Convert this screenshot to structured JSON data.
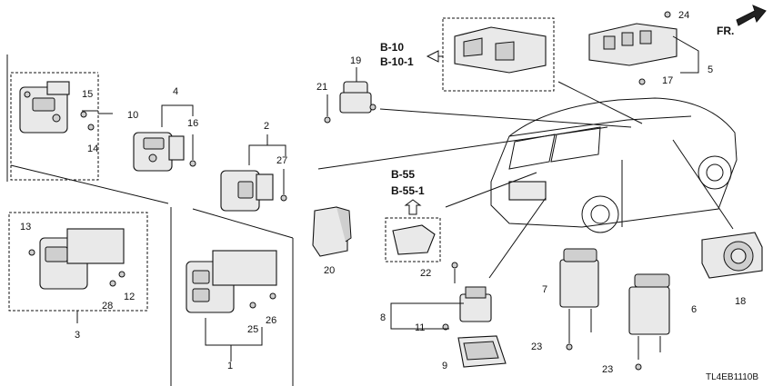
{
  "callouts": [
    "1",
    "2",
    "3",
    "4",
    "5",
    "6",
    "7",
    "8",
    "9",
    "10",
    "11",
    "12",
    "13",
    "14",
    "15",
    "16",
    "17",
    "18",
    "19",
    "20",
    "21",
    "22",
    "23",
    "23",
    "24",
    "25",
    "26",
    "27",
    "28"
  ],
  "references": {
    "top": [
      "B-10",
      "B-10-1"
    ],
    "middle": [
      "B-55",
      "B-55-1"
    ]
  },
  "direction_label": "FR.",
  "diagram_code": "TL4EB1110B",
  "colors": {
    "line": "#111111",
    "part_fill": "#e9e9e9",
    "background": "#ffffff"
  }
}
